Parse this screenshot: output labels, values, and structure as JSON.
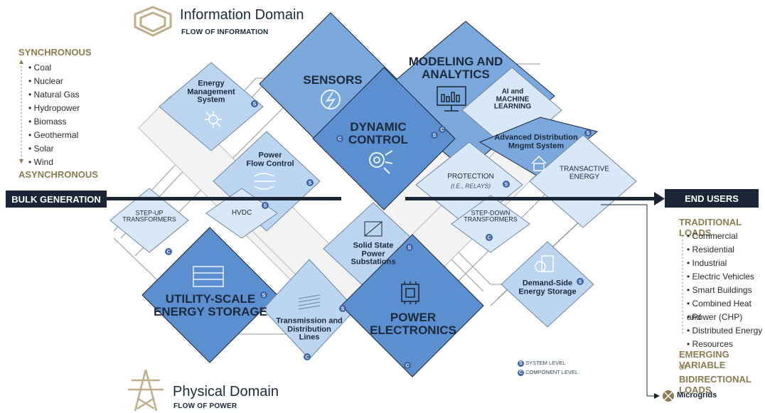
{
  "colors": {
    "dark_blue": "#5b8fcf",
    "mid_blue": "#7aa7dc",
    "light_blue": "#bcd6f2",
    "pale_blue": "#d9e8f7",
    "navy": "#1b2535",
    "gold": "#8a7d52"
  },
  "header": {
    "info_title": "Information Domain",
    "info_sub": "FLOW OF INFORMATION",
    "info_icon": "shield-icon",
    "phys_title": "Physical Domain",
    "phys_sub": "FLOW OF POWER",
    "phys_icon": "transmission-tower-icon"
  },
  "generation": {
    "top_label": "SYNCHRONOUS",
    "bottom_label": "ASYNCHRONOUS",
    "sources": [
      "Coal",
      "Nuclear",
      "Natural Gas",
      "Hydropower",
      "Biomass",
      "Geothermal",
      "Solar",
      "Wind"
    ]
  },
  "flow_bar": {
    "left_label": "BULK GENERATION",
    "right_label": "END USERS"
  },
  "loads": {
    "traditional_title": "TRADITIONAL LOADS",
    "traditional": [
      "Commercial",
      "Residential",
      "Industrial",
      "Electric Vehicles",
      "Smart Buildings",
      "Combined Heat and",
      "Power (CHP)",
      "Distributed Energy",
      "Resources"
    ],
    "emerging_line1": "EMERGING VARIABLE",
    "emerging_or": "or",
    "emerging_line2": "BIDIRECTIONAL LOADS",
    "microgrids": "Microgrids"
  },
  "nodes": {
    "ems": [
      "Energy",
      "Management",
      "System"
    ],
    "sensors": "SENSORS",
    "modeling": [
      "MODELING AND",
      "ANALYTICS"
    ],
    "dynamic": [
      "DYNAMIC",
      "CONTROL"
    ],
    "ai": [
      "AI and",
      "MACHINE",
      "LEARNING"
    ],
    "adms": [
      "Advanced Distribution",
      "Mngmt System"
    ],
    "power_flow": [
      "Power",
      "Flow Control"
    ],
    "protection": "PROTECTION",
    "protection_sub": "(I.E., RELAYS)",
    "transactive": [
      "TRANSACTIVE",
      "ENERGY"
    ],
    "hvdc": "HVDC",
    "step_up": [
      "STEP-UP",
      "TRANSFORMERS"
    ],
    "step_down": [
      "STEP-DOWN",
      "TRANSFORMERS"
    ],
    "sssp": [
      "Solid State",
      "Power",
      "Substations"
    ],
    "utility_storage": [
      "UTILITY-SCALE",
      "ENERGY STORAGE"
    ],
    "td_lines": [
      "Transmission and",
      "Distribution",
      "Lines"
    ],
    "power_electronics": [
      "POWER",
      "ELECTRONICS"
    ],
    "demand_storage": [
      "Demand-Side",
      "Energy Storage"
    ]
  },
  "legend": {
    "system_letter": "S",
    "system_label": "SYSTEM LEVEL",
    "component_letter": "C",
    "component_label": "COMPONENT LEVEL"
  }
}
